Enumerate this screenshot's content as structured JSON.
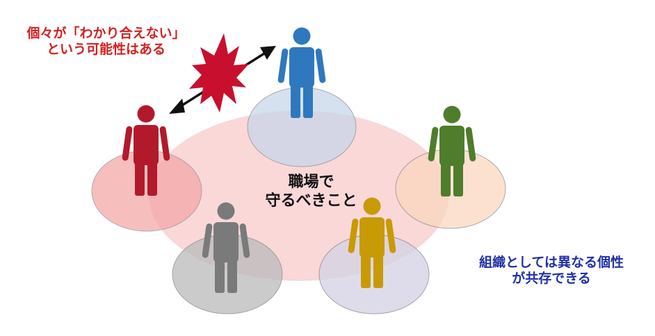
{
  "labels": {
    "conflict_line1": "個々が「わかり合えない」",
    "conflict_line2": "という可能性はある",
    "center_line1": "職場で",
    "center_line2": "守るべきこと",
    "coexist_line1": "組織としては異なる個性",
    "coexist_line2": "が共存できる"
  },
  "colors": {
    "workplace_area": "#f6b9b9",
    "arrow": "#111111",
    "burst": "#c8102e",
    "conflict_text": "#d42020",
    "coexist_text": "#1f2fa8",
    "persons": {
      "red": "#b21a2c",
      "blue": "#2f78be",
      "green": "#4f7d2b",
      "gray": "#7a7a7a",
      "gold": "#c89a05"
    },
    "spaces": {
      "red": "#f4a6a6",
      "blue": "#c6d6ea",
      "green": "#fbd6bf",
      "gray": "#bdbdbd",
      "gold": "#d6d3e6"
    }
  }
}
